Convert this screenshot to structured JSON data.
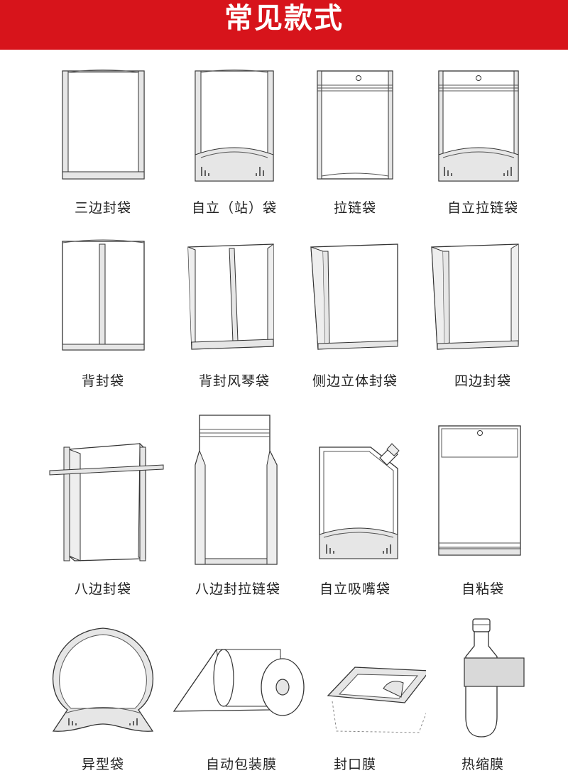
{
  "header": {
    "title": "常见款式",
    "color": "#d7141b"
  },
  "items": [
    {
      "label": "三边封袋",
      "icon": "three-side-seal-bag-icon"
    },
    {
      "label": "自立（站）袋",
      "icon": "stand-up-pouch-icon"
    },
    {
      "label": "拉链袋",
      "icon": "zipper-bag-icon"
    },
    {
      "label": "自立拉链袋",
      "icon": "stand-up-zipper-pouch-icon"
    },
    {
      "label": "背封袋",
      "icon": "back-seal-bag-icon"
    },
    {
      "label": "背封风琴袋",
      "icon": "back-seal-gusset-bag-icon"
    },
    {
      "label": "侧边立体封袋",
      "icon": "side-gusset-bag-icon"
    },
    {
      "label": "四边封袋",
      "icon": "four-side-seal-bag-icon"
    },
    {
      "label": "八边封袋",
      "icon": "eight-side-seal-bag-icon"
    },
    {
      "label": "八边封拉链袋",
      "icon": "eight-side-seal-zipper-bag-icon"
    },
    {
      "label": "自立吸嘴袋",
      "icon": "spout-pouch-icon"
    },
    {
      "label": "自粘袋",
      "icon": "self-adhesive-bag-icon"
    },
    {
      "label": "异型袋",
      "icon": "shaped-bag-icon"
    },
    {
      "label": "自动包装膜",
      "icon": "packaging-film-roll-icon"
    },
    {
      "label": "封口膜",
      "icon": "lidding-film-icon"
    },
    {
      "label": "热缩膜",
      "icon": "shrink-sleeve-icon"
    }
  ]
}
